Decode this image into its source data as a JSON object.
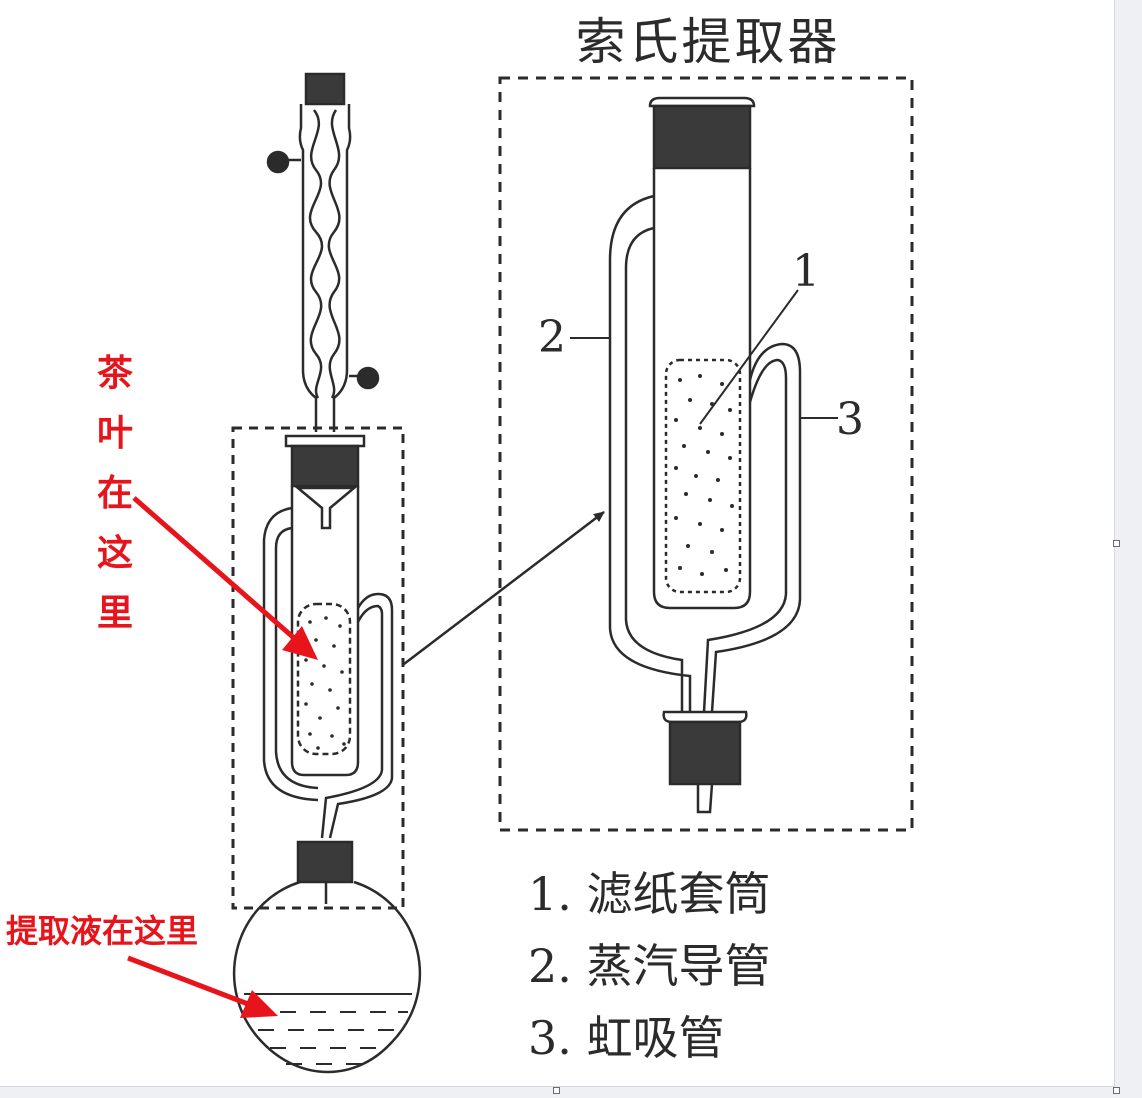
{
  "title": "索氏提取器",
  "labels": {
    "part1": "1",
    "part2": "2",
    "part3": "3"
  },
  "legend": [
    "1. 滤纸套筒",
    "2. 蒸汽导管",
    "3. 虹吸管"
  ],
  "annotations": {
    "tea_leaves": [
      "茶",
      "叶",
      "在",
      "这",
      "里"
    ],
    "extract_liquid": "提取液在这里"
  },
  "colors": {
    "ink": "#2b2b2b",
    "annotation": "#e8141b",
    "stopper": "#3a3a3a",
    "frame": "#d6d9de"
  }
}
